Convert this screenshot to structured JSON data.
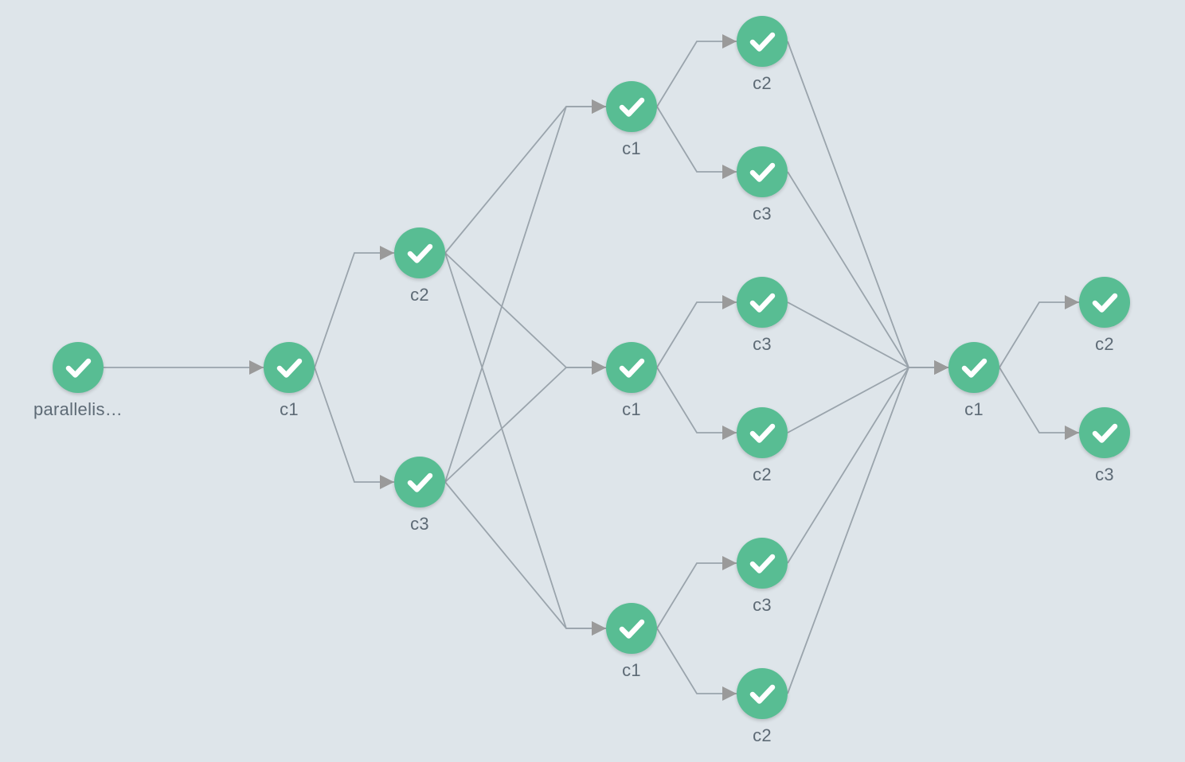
{
  "colors": {
    "background": "#dee5ea",
    "node_success": "#58bd93",
    "edge": "#9aa4ac",
    "arrow": "#9a9a9a",
    "label": "#5d6a75"
  },
  "status_icon": "check-icon",
  "nodes": [
    {
      "id": "n0",
      "label": "parallelis…",
      "status": "succeeded"
    },
    {
      "id": "n1",
      "label": "c1",
      "status": "succeeded"
    },
    {
      "id": "n2",
      "label": "c2",
      "status": "succeeded"
    },
    {
      "id": "n3",
      "label": "c3",
      "status": "succeeded"
    },
    {
      "id": "n4",
      "label": "c1",
      "status": "succeeded"
    },
    {
      "id": "n5",
      "label": "c1",
      "status": "succeeded"
    },
    {
      "id": "n6",
      "label": "c1",
      "status": "succeeded"
    },
    {
      "id": "n7",
      "label": "c2",
      "status": "succeeded"
    },
    {
      "id": "n8",
      "label": "c3",
      "status": "succeeded"
    },
    {
      "id": "n9",
      "label": "c3",
      "status": "succeeded"
    },
    {
      "id": "n10",
      "label": "c2",
      "status": "succeeded"
    },
    {
      "id": "n11",
      "label": "c3",
      "status": "succeeded"
    },
    {
      "id": "n12",
      "label": "c2",
      "status": "succeeded"
    },
    {
      "id": "n13",
      "label": "c1",
      "status": "succeeded"
    },
    {
      "id": "n14",
      "label": "c2",
      "status": "succeeded"
    },
    {
      "id": "n15",
      "label": "c3",
      "status": "succeeded"
    }
  ],
  "edges": [
    [
      "n0",
      "n1"
    ],
    [
      "n1",
      "n2"
    ],
    [
      "n1",
      "n3"
    ],
    [
      "n2",
      "n4"
    ],
    [
      "n2",
      "n5"
    ],
    [
      "n2",
      "n6"
    ],
    [
      "n3",
      "n4"
    ],
    [
      "n3",
      "n5"
    ],
    [
      "n3",
      "n6"
    ],
    [
      "n4",
      "n7"
    ],
    [
      "n4",
      "n8"
    ],
    [
      "n5",
      "n9"
    ],
    [
      "n5",
      "n10"
    ],
    [
      "n6",
      "n11"
    ],
    [
      "n6",
      "n12"
    ],
    [
      "n7",
      "n13"
    ],
    [
      "n8",
      "n13"
    ],
    [
      "n9",
      "n13"
    ],
    [
      "n10",
      "n13"
    ],
    [
      "n11",
      "n13"
    ],
    [
      "n12",
      "n13"
    ],
    [
      "n13",
      "n14"
    ],
    [
      "n13",
      "n15"
    ]
  ]
}
